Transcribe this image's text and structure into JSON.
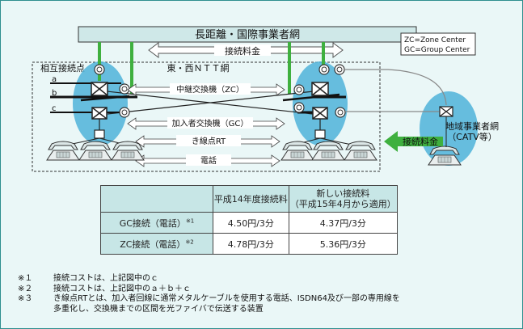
{
  "diagram": {
    "top_network": "長距離・国際事業者網",
    "zc_legend": "ZC=Zone Center",
    "gc_legend": "GC=Group Center",
    "fee_top": "接続料金",
    "ntt_network": "東・西ＮＴＴ網",
    "interconnection_point": "相互接続点",
    "label_a": "a",
    "label_b": "b",
    "label_c": "c",
    "zc_switch": "中継交換機（ZC）",
    "gc_switch": "加入者交換機（GC）",
    "rt_label": "き線点RT",
    "phone_label": "電話",
    "regional_network": "地域事業者網",
    "regional_network_sub": "（CATV等）",
    "fee_side": "接続料金"
  },
  "table": {
    "col1": "平成14年度接続料",
    "col2_line1": "新しい接続料",
    "col2_line2": "（平成15年4月から適用）",
    "rows": [
      {
        "label": "GC接続（電話）",
        "mark": "※1",
        "current": "4.50円/3分",
        "new": "4.37円/3分"
      },
      {
        "label": "ZC接続（電話）",
        "mark": "※2",
        "current": "4.78円/3分",
        "new": "5.36円/3分"
      }
    ]
  },
  "notes": [
    {
      "mark": "※１",
      "text": "接続コストは、上記図中のｃ"
    },
    {
      "mark": "※２",
      "text": "接続コストは、上記図中のａ＋ｂ＋ｃ"
    },
    {
      "mark": "※３",
      "text": "き線点RTとは、加入者回線に通常メタルケーブルを使用する電話、ISDN64及び一部の専用線を"
    },
    {
      "mark": "",
      "text": "多重化し、交換機までの区間を光ファイバで伝送する装置"
    }
  ]
}
